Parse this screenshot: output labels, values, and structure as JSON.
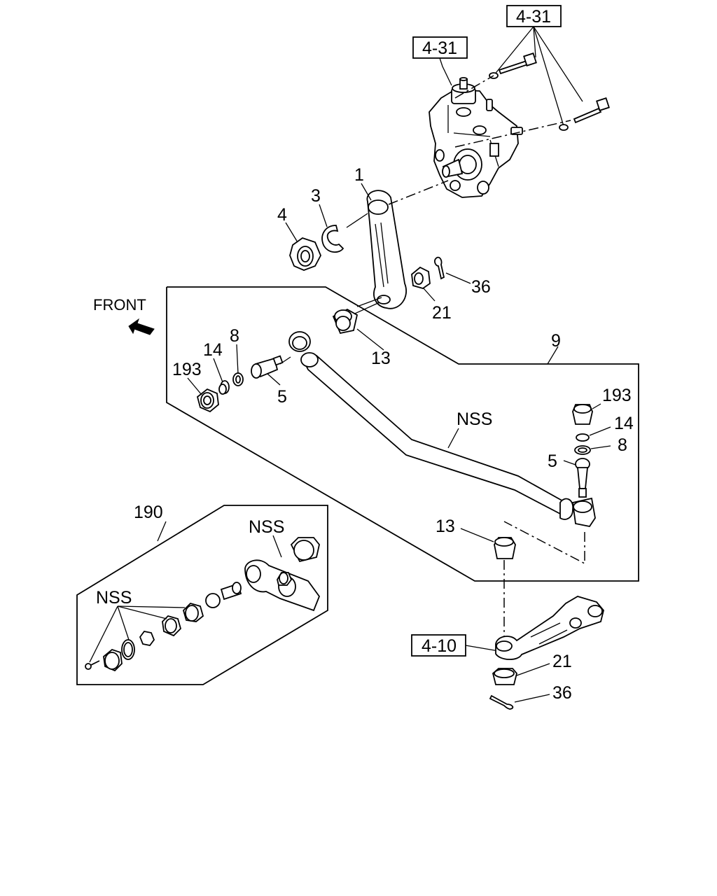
{
  "front_label": "FRONT",
  "refs": {
    "gear_top": "4-31",
    "gear_left": "4-31",
    "arm": "4-10"
  },
  "callouts": {
    "c1": "1",
    "c3": "3",
    "c4": "4",
    "c36_top": "36",
    "c21_top": "21",
    "c13_top": "13",
    "c8_left": "8",
    "c14_left": "14",
    "c193_left": "193",
    "c5_left": "5",
    "c9": "9",
    "c193_right": "193",
    "c14_right": "14",
    "c8_right": "8",
    "c5_right": "5",
    "nss_rod": "NSS",
    "c13_bottom": "13",
    "c190": "190",
    "nss_kit_top": "NSS",
    "nss_kit_left": "NSS",
    "c21_bottom": "21",
    "c36_bottom": "36"
  }
}
